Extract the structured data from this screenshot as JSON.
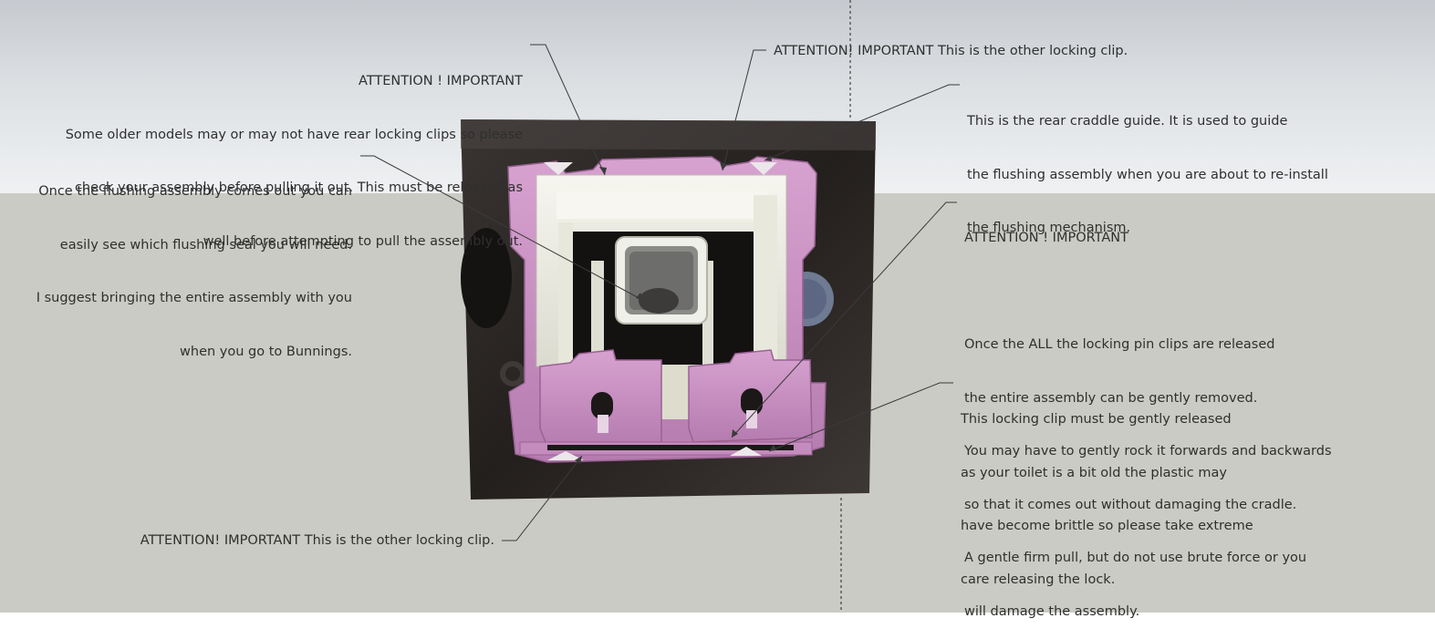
{
  "annotations": {
    "rear_clips": {
      "heading": "ATTENTION ! IMPORTANT",
      "lines": [
        "Some older models may or may not have rear locking clips so please",
        "check your assembly before pulling it out. This must be released as",
        "well before attempting to pull the assembly out."
      ]
    },
    "other_clip_top": "ATTENTION! IMPORTANT This is the other locking clip.",
    "rear_guide": {
      "lines": [
        "This is the rear craddle guide. It is used to guide",
        "the flushing assembly when you are about to re-install",
        "the flushing mechanism."
      ]
    },
    "flushing_seal": {
      "lines": [
        "Once the flushing assembly comes out you can",
        "easily see which flushing seal you will need.",
        "I suggest bringing the entire assembly with you",
        "when you go to Bunnings."
      ]
    },
    "removal": {
      "heading": "ATTENTION ! IMPORTANT",
      "lines": [
        "Once the ALL the locking pin clips are released",
        "the entire assembly can be gently removed.",
        "You may have to gently rock it forwards and backwards",
        "so that it comes out without damaging the cradle.",
        "A gentle firm pull, but do not use brute force or you",
        "will damage the assembly."
      ]
    },
    "locking_clip": {
      "lines": [
        "This locking clip must be gently released",
        "as your toilet is a bit old the plastic may",
        "have become brittle so please take extreme",
        "care releasing the lock."
      ]
    },
    "other_clip_bottom": "ATTENTION! IMPORTANT This is the other locking clip."
  },
  "colors": {
    "clip_pink": "#c98fc2",
    "clip_pink_dark": "#a86aa1",
    "frame_cream": "#ecebe1",
    "background_dark": "#2a2523",
    "ground": "#cbcbc5"
  }
}
